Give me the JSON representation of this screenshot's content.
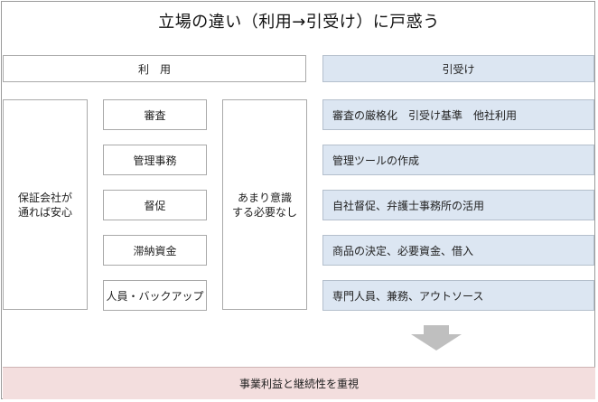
{
  "title": "立場の違い（利用→引受け）に戸惑う",
  "left_header": "利　用",
  "right_header": "引受け",
  "left_outer": [
    "保証会社が",
    "通れば安心"
  ],
  "left_items": [
    "審査",
    "管理事務",
    "督促",
    "滞納資金",
    "人員・バックアップ"
  ],
  "left_note": [
    "あまり意識",
    "する必要なし"
  ],
  "right_items": [
    "審査の厳格化　引受け基準　他社利用",
    "管理ツールの作成",
    "自社督促、弁護士事務所の活用",
    "商品の決定、必要資金、借入",
    "専門人員、兼務、アウトソース"
  ],
  "footer": "事業利益と継続性を重視",
  "colors": {
    "header_blue": "#dce6f2",
    "footer_pink": "#f3dede",
    "arrow_gray": "#bfbfbf",
    "border": "#a9a9a9"
  }
}
